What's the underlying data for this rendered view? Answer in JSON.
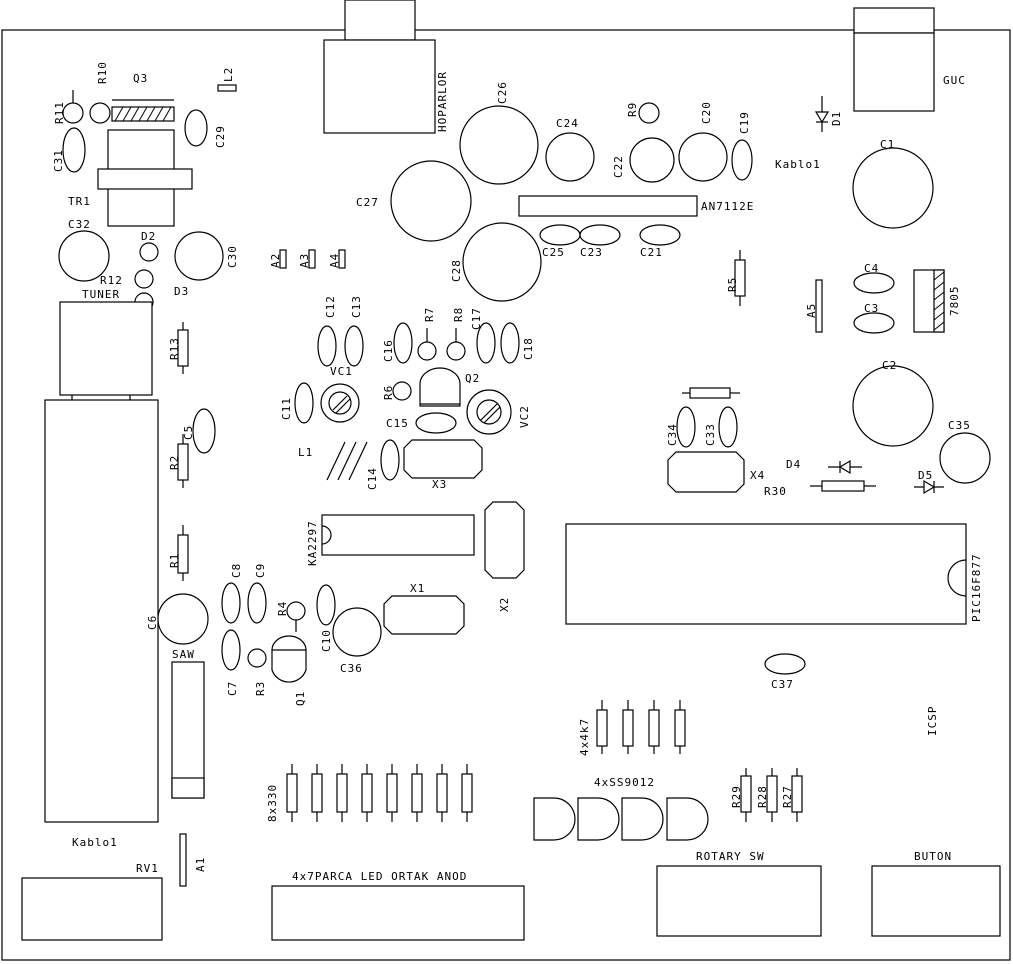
{
  "labels": {
    "hoparlor": "HOPARLOR",
    "guc": "GUC",
    "q3": "Q3",
    "r10": "R10",
    "r11": "R11",
    "l2": "L2",
    "c31": "C31",
    "c29": "C29",
    "tr1": "TR1",
    "c32": "C32",
    "d2": "D2",
    "c30": "C30",
    "r12": "R12",
    "tuner": "TUNER",
    "d3": "D3",
    "r13": "R13",
    "a2": "A2",
    "a3": "A3",
    "a4": "A4",
    "c26": "C26",
    "c24": "C24",
    "r9": "R9",
    "c22": "C22",
    "c20": "C20",
    "c19": "C19",
    "d1": "D1",
    "kablo1_top": "Kablo1",
    "c1": "C1",
    "c27": "C27",
    "an7112e": "AN7112E",
    "c25": "C25",
    "c23": "C23",
    "c21": "C21",
    "c28": "C28",
    "r5": "R5",
    "c4": "C4",
    "a5": "A5",
    "c3": "C3",
    "u7805": "7805",
    "c12": "C12",
    "c13": "C13",
    "c16": "C16",
    "r7": "R7",
    "r8": "R8",
    "c17": "C17",
    "c18": "C18",
    "vc1": "VC1",
    "r6": "R6",
    "q2": "Q2",
    "c11": "C11",
    "c15": "C15",
    "vc2": "VC2",
    "c2": "C2",
    "c5": "C5",
    "r2": "R2",
    "l1": "L1",
    "c14": "C14",
    "x3": "X3",
    "c34": "C34",
    "c33": "C33",
    "x4": "X4",
    "d4": "D4",
    "r30": "R30",
    "d5": "D5",
    "c35": "C35",
    "ka2297": "KA2297",
    "x2": "X2",
    "pic": "PIC16F877",
    "r1": "R1",
    "c8": "C8",
    "c9": "C9",
    "x1": "X1",
    "c6": "C6",
    "r4": "R4",
    "c10": "C10",
    "saw": "SAW",
    "c36": "C36",
    "c7": "C7",
    "r3": "R3",
    "q1": "Q1",
    "c37": "C37",
    "r4x4k7": "4x4k7",
    "icsp": "ICSP",
    "r8x330": "8x330",
    "ss9012": "4xSS9012",
    "r29": "R29",
    "r28": "R28",
    "r27": "R27",
    "kablo1_bottom": "Kablo1",
    "a1": "A1",
    "rv1": "RV1",
    "led": "4x7PARCA LED ORTAK ANOD",
    "rotary": "ROTARY SW",
    "buton": "BUTON"
  }
}
